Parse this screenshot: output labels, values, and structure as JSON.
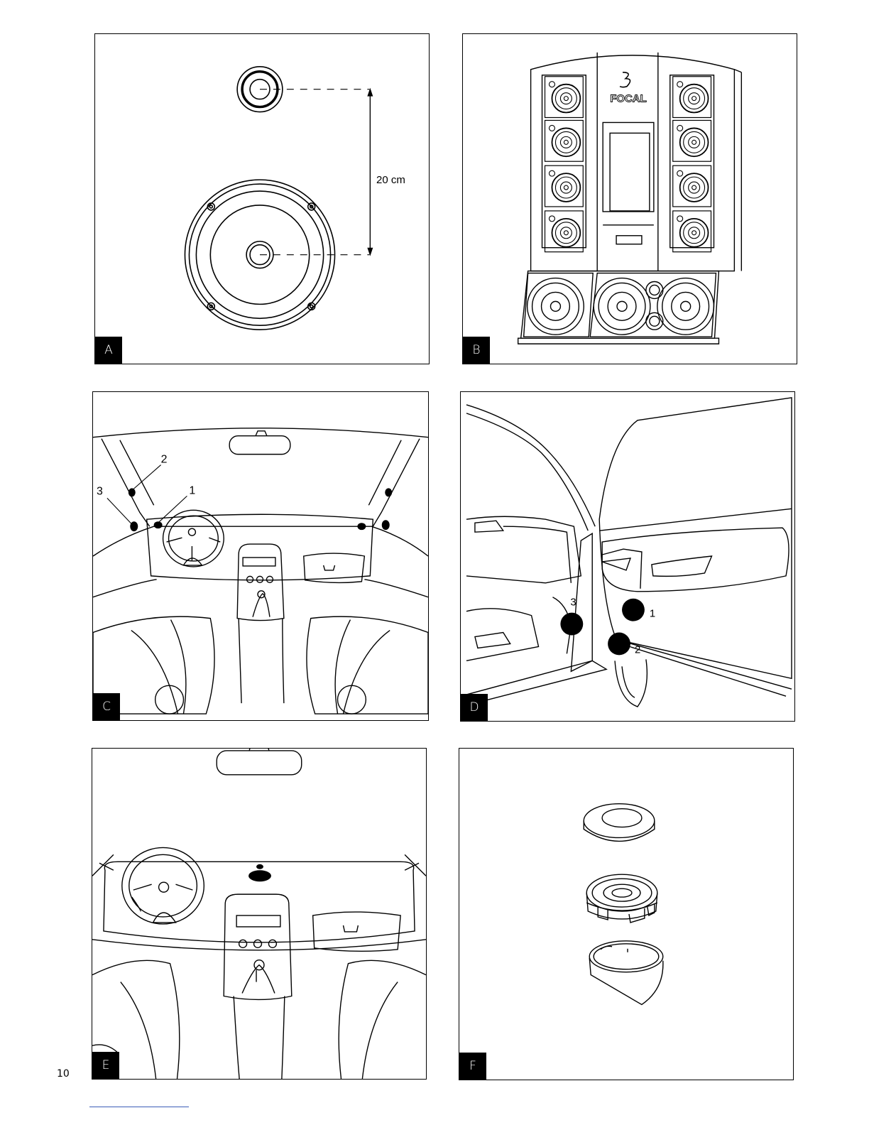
{
  "page_number": "10",
  "panels": {
    "a": {
      "label": "A",
      "distance_label": "20 cm"
    },
    "b": {
      "label": "B",
      "brand": "FOCAL"
    },
    "c": {
      "label": "C",
      "callouts": [
        "1",
        "2",
        "3"
      ]
    },
    "d": {
      "label": "D",
      "callouts": [
        "1",
        "2",
        "3"
      ]
    },
    "e": {
      "label": "E"
    },
    "f": {
      "label": "F"
    }
  }
}
